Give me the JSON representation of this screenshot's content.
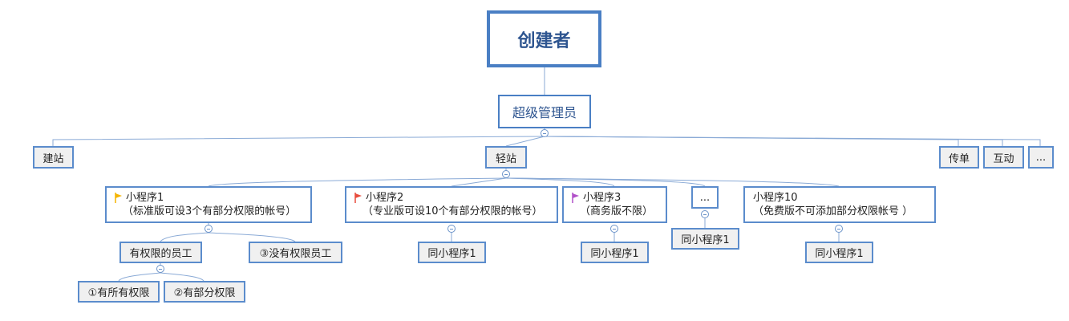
{
  "root": {
    "label": "创建者"
  },
  "admin": {
    "label": "超级管理员"
  },
  "branches": {
    "jianzhan": "建站",
    "qingzhan": "轻站",
    "chuandan": "传单",
    "hudong": "互动",
    "more": "..."
  },
  "programs": {
    "p1": {
      "title": "小程序1",
      "desc": "（标准版可设3个有部分权限的帐号）"
    },
    "p2": {
      "title": "小程序2",
      "desc": "（专业版可设10个有部分权限的帐号）"
    },
    "p3": {
      "title": "小程序3",
      "desc": "（商务版不限）"
    },
    "more": "...",
    "p10": {
      "title": "小程序10",
      "desc": "（免费版不可添加部分权限帐号 ）"
    }
  },
  "children": {
    "employee": "有权限的员工",
    "no_perm": "③没有权限员工",
    "all_perm": "①有所有权限",
    "part_perm": "②有部分权限",
    "same_p2": "同小程序1",
    "same_p3": "同小程序1",
    "same_more": "同小程序1",
    "same_p10": "同小程序1"
  },
  "colors": {
    "border": "#5b8ccc",
    "line": "#8aaad6",
    "flag_yellow": "#f5b400",
    "flag_red": "#e84c3d",
    "flag_purple": "#b150c9"
  }
}
